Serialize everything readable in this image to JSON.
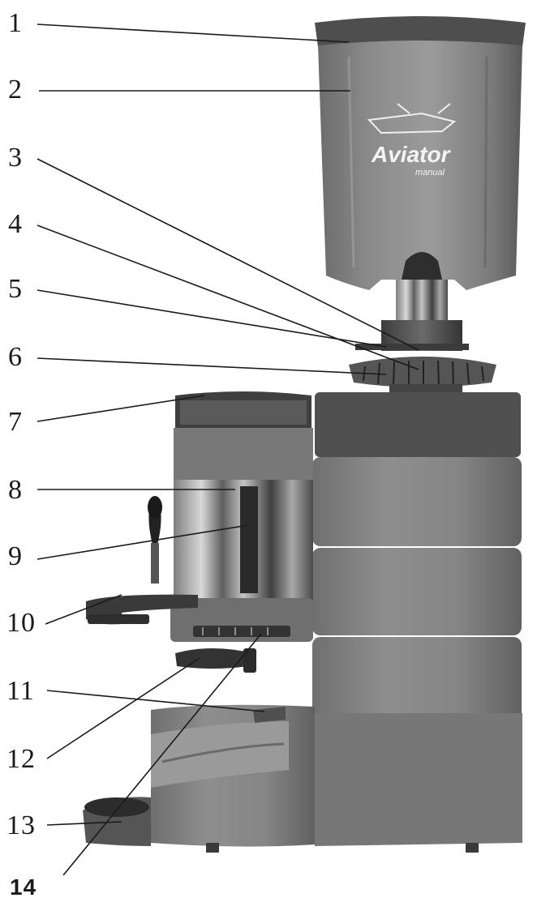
{
  "diagram": {
    "brand": {
      "name": "Aviator",
      "subtitle": "manual"
    },
    "callouts": [
      {
        "number": "1"
      },
      {
        "number": "2"
      },
      {
        "number": "3"
      },
      {
        "number": "4"
      },
      {
        "number": "5"
      },
      {
        "number": "6"
      },
      {
        "number": "7"
      },
      {
        "number": "8"
      },
      {
        "number": "9"
      },
      {
        "number": "10"
      },
      {
        "number": "11"
      },
      {
        "number": "12"
      },
      {
        "number": "13"
      },
      {
        "number": "14"
      }
    ]
  }
}
